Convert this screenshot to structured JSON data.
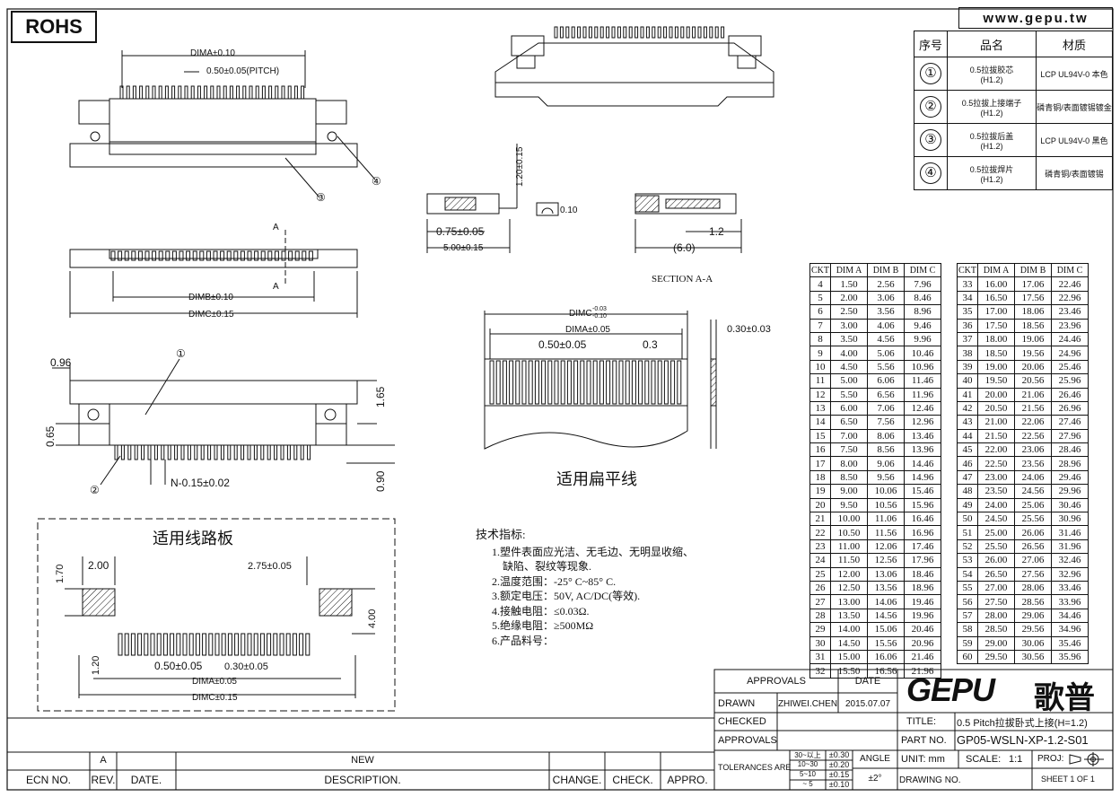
{
  "header": {
    "rohs": "ROHS",
    "website": "www.gepu.tw"
  },
  "parts_table": {
    "headers": [
      "序号",
      "品名",
      "材质"
    ],
    "rows": [
      {
        "no": "①",
        "name": "0.5拉拔胶芯",
        "name2": "(H1.2)",
        "material": "LCP UL94V-0 本色"
      },
      {
        "no": "②",
        "name": "0.5拉拔上接端子",
        "name2": "(H1.2)",
        "material": "磷青铜/表面镀锡镀金"
      },
      {
        "no": "③",
        "name": "0.5拉拔后盖",
        "name2": "(H1.2)",
        "material": "LCP UL94V-0 黑色"
      },
      {
        "no": "④",
        "name": "0.5拉拔焊片",
        "name2": "(H1.2)",
        "material": "磷青铜/表面镀锡"
      }
    ]
  },
  "drawing_labels": {
    "dima_010": "DIMA±0.10",
    "pitch": "0.50±0.05(PITCH)",
    "dimb_010": "DIMB±0.10",
    "dimc_015": "DIMC±0.15",
    "sec_a": "A",
    "d096": "0.96",
    "d065": "0.65",
    "d165": "1.65",
    "d090": "0.90",
    "n015": "N-0.15±0.02",
    "c1": "①",
    "c2": "②",
    "c3": "③",
    "c4": "④",
    "h120": "1.20±0.15",
    "flat010": "0.10",
    "d075": "0.75±0.05",
    "d500": "5.00±0.15",
    "d12": "1.2",
    "d60": "(6.0)",
    "section": "SECTION A-A",
    "ffc_dimc": "DIMC",
    "ffc_dimc_tol_top": "-0.03",
    "ffc_dimc_tol_bot": "-0.10",
    "ffc_dima": "DIMA±0.05",
    "ffc_pitch": "0.50±0.05",
    "ffc_03": "0.3",
    "ffc_thick": "0.30±0.03",
    "ffc_title": "适用扁平线",
    "pcb_title": "适用线路板",
    "pcb_170": "1.70",
    "pcb_200": "2.00",
    "pcb_275": "2.75±0.05",
    "pcb_400": "4.00",
    "pcb_120": "1.20",
    "pcb_050": "0.50±0.05",
    "pcb_030": "0.30±0.05",
    "pcb_dima": "DIMA±0.05",
    "pcb_dimc": "DIMC±0.15"
  },
  "tech": {
    "title": "技术指标:",
    "items": [
      "1.塑件表面应光洁、无毛边、无明显收缩、",
      "缺陷、裂纹等现象.",
      "2.温度范围：-25° C~85° C.",
      "3.额定电压：50V, AC/DC(等效).",
      "4.接触电阻：≤0.03Ω.",
      "5.绝缘电阻：≥500MΩ",
      "6.产品料号："
    ]
  },
  "dim_headers": [
    "CKT",
    "DIM A",
    "DIM B",
    "DIM C"
  ],
  "dim_left": [
    [
      "4",
      "1.50",
      "2.56",
      "7.96"
    ],
    [
      "5",
      "2.00",
      "3.06",
      "8.46"
    ],
    [
      "6",
      "2.50",
      "3.56",
      "8.96"
    ],
    [
      "7",
      "3.00",
      "4.06",
      "9.46"
    ],
    [
      "8",
      "3.50",
      "4.56",
      "9.96"
    ],
    [
      "9",
      "4.00",
      "5.06",
      "10.46"
    ],
    [
      "10",
      "4.50",
      "5.56",
      "10.96"
    ],
    [
      "11",
      "5.00",
      "6.06",
      "11.46"
    ],
    [
      "12",
      "5.50",
      "6.56",
      "11.96"
    ],
    [
      "13",
      "6.00",
      "7.06",
      "12.46"
    ],
    [
      "14",
      "6.50",
      "7.56",
      "12.96"
    ],
    [
      "15",
      "7.00",
      "8.06",
      "13.46"
    ],
    [
      "16",
      "7.50",
      "8.56",
      "13.96"
    ],
    [
      "17",
      "8.00",
      "9.06",
      "14.46"
    ],
    [
      "18",
      "8.50",
      "9.56",
      "14.96"
    ],
    [
      "19",
      "9.00",
      "10.06",
      "15.46"
    ],
    [
      "20",
      "9.50",
      "10.56",
      "15.96"
    ],
    [
      "21",
      "10.00",
      "11.06",
      "16.46"
    ],
    [
      "22",
      "10.50",
      "11.56",
      "16.96"
    ],
    [
      "23",
      "11.00",
      "12.06",
      "17.46"
    ],
    [
      "24",
      "11.50",
      "12.56",
      "17.96"
    ],
    [
      "25",
      "12.00",
      "13.06",
      "18.46"
    ],
    [
      "26",
      "12.50",
      "13.56",
      "18.96"
    ],
    [
      "27",
      "13.00",
      "14.06",
      "19.46"
    ],
    [
      "28",
      "13.50",
      "14.56",
      "19.96"
    ],
    [
      "29",
      "14.00",
      "15.06",
      "20.46"
    ],
    [
      "30",
      "14.50",
      "15.56",
      "20.96"
    ],
    [
      "31",
      "15.00",
      "16.06",
      "21.46"
    ],
    [
      "32",
      "15.50",
      "16.56",
      "21.96"
    ]
  ],
  "dim_right": [
    [
      "33",
      "16.00",
      "17.06",
      "22.46"
    ],
    [
      "34",
      "16.50",
      "17.56",
      "22.96"
    ],
    [
      "35",
      "17.00",
      "18.06",
      "23.46"
    ],
    [
      "36",
      "17.50",
      "18.56",
      "23.96"
    ],
    [
      "37",
      "18.00",
      "19.06",
      "24.46"
    ],
    [
      "38",
      "18.50",
      "19.56",
      "24.96"
    ],
    [
      "39",
      "19.00",
      "20.06",
      "25.46"
    ],
    [
      "40",
      "19.50",
      "20.56",
      "25.96"
    ],
    [
      "41",
      "20.00",
      "21.06",
      "26.46"
    ],
    [
      "42",
      "20.50",
      "21.56",
      "26.96"
    ],
    [
      "43",
      "21.00",
      "22.06",
      "27.46"
    ],
    [
      "44",
      "21.50",
      "22.56",
      "27.96"
    ],
    [
      "45",
      "22.00",
      "23.06",
      "28.46"
    ],
    [
      "46",
      "22.50",
      "23.56",
      "28.96"
    ],
    [
      "47",
      "23.00",
      "24.06",
      "29.46"
    ],
    [
      "48",
      "23.50",
      "24.56",
      "29.96"
    ],
    [
      "49",
      "24.00",
      "25.06",
      "30.46"
    ],
    [
      "50",
      "24.50",
      "25.56",
      "30.96"
    ],
    [
      "51",
      "25.00",
      "26.06",
      "31.46"
    ],
    [
      "52",
      "25.50",
      "26.56",
      "31.96"
    ],
    [
      "53",
      "26.00",
      "27.06",
      "32.46"
    ],
    [
      "54",
      "26.50",
      "27.56",
      "32.96"
    ],
    [
      "55",
      "27.00",
      "28.06",
      "33.46"
    ],
    [
      "56",
      "27.50",
      "28.56",
      "33.96"
    ],
    [
      "57",
      "28.00",
      "29.06",
      "34.46"
    ],
    [
      "58",
      "28.50",
      "29.56",
      "34.96"
    ],
    [
      "59",
      "29.00",
      "30.06",
      "35.46"
    ],
    [
      "60",
      "29.50",
      "30.56",
      "35.96"
    ]
  ],
  "title_block": {
    "approvals": "APPROVALS",
    "date": "DATE",
    "drawn": "DRAWN",
    "drawn_by": "ZHIWEI.CHEN",
    "drawn_date": "2015.07.07",
    "checked": "CHECKED",
    "approvals2": "APPROVALS",
    "tolerances": "TOLERANCES ARE",
    "tol_rows": [
      [
        "30~以上",
        "±0.30"
      ],
      [
        "10~30",
        "±0.20"
      ],
      [
        "5~10",
        "±0.15"
      ],
      [
        "~ 5",
        "±0.10"
      ]
    ],
    "angle": "ANGLE",
    "angle_val": "±2°",
    "logo": "GEPU",
    "logo_cn": "歌普",
    "title_label": "TITLE:",
    "title_value": "0.5 Pitch拉拔卧式上接(H=1.2)",
    "part_label": "PART NO.",
    "part_value": "GP05-WSLN-XP-1.2-S01",
    "unit": "UNIT:  mm",
    "scale_label": "SCALE:",
    "scale_value": "1:1",
    "proj": "PROJ:",
    "drawing_no": "DRAWING NO.",
    "sheet": "SHEET   1  OF  1"
  },
  "revision": {
    "rev": "A",
    "new": "NEW",
    "ecn": "ECN  NO.",
    "rev_h": "REV.",
    "date_h": "DATE.",
    "desc_h": "DESCRIPTION.",
    "change_h": "CHANGE.",
    "check_h": "CHECK.",
    "appro_h": "APPRO."
  }
}
